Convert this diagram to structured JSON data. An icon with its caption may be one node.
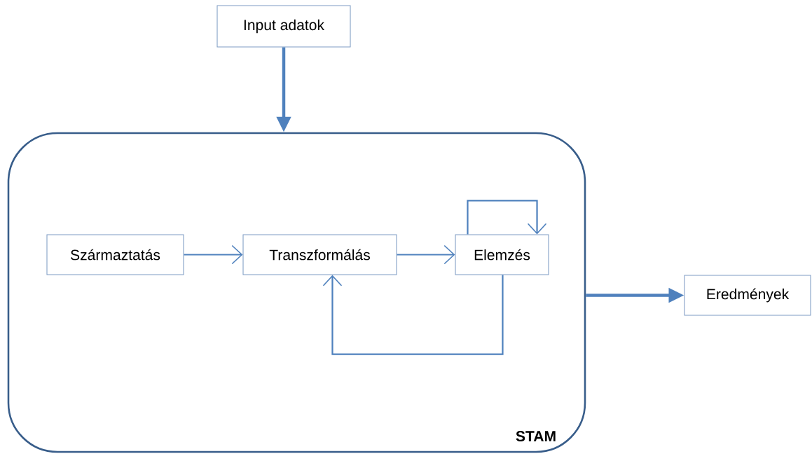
{
  "diagram": {
    "nodes": [
      {
        "text": [
          "Input adatok"
        ]
      },
      {
        "text": [
          "STAM"
        ]
      },
      {
        "text": [
          "Származtatás"
        ],
        "in": 1
      },
      {
        "text": [
          "Transzformálás"
        ],
        "in": 1
      },
      {
        "text": [
          "Elemzés"
        ],
        "in": 1
      },
      {
        "text": [
          "Eredmények"
        ]
      }
    ],
    "edges": [
      {
        "from": 0,
        "to": 1,
        "arrow": "to",
        "style": "thick"
      },
      {
        "from": 2,
        "to": 3,
        "arrow": "to"
      },
      {
        "from": 3,
        "to": 4,
        "arrow": "to"
      },
      {
        "from": 4,
        "to": 4,
        "arrow": "to"
      },
      {
        "from": 4,
        "to": 3,
        "arrow": "to"
      },
      {
        "from": 1,
        "to": 5,
        "arrow": "to",
        "style": "thick"
      }
    ]
  }
}
